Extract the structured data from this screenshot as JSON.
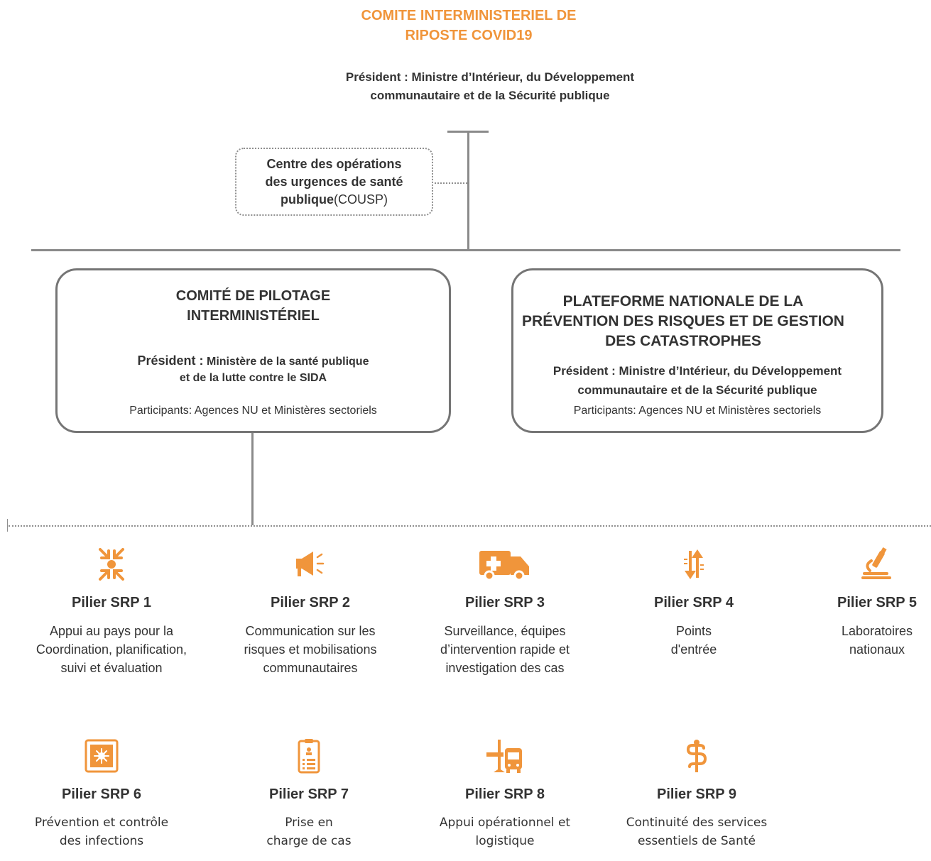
{
  "header": {
    "title_line1": "COMITE INTERMINISTERIEL DE",
    "title_line2": "RIPOSTE COVID19",
    "president_line1": "Président : Ministre d’Intérieur, du Développement",
    "president_line2": "communautaire et de la Sécurité publique"
  },
  "cousp": {
    "line1": "Centre des opérations",
    "line2": "des urgences de santé",
    "line3_bold": "publique",
    "line3_rest": "(COUSP)"
  },
  "left_box": {
    "title_line1": "COMITÉ DE PILOTAGE",
    "title_line2": "INTERMINISTÉRIEL",
    "president_label": "Président :",
    "president_line1": "Ministère de la santé publique",
    "president_line2": "et de la lutte contre le SIDA",
    "participants": "Participants: Agences NU et Ministères sectoriels"
  },
  "right_box": {
    "title_line1": "PLATEFORME NATIONALE DE LA",
    "title_line2": "PRÉVENTION DES RISQUES ET DE GESTION",
    "title_line3": "DES CATASTROPHES",
    "president_line1": "Président : Ministre d’Intérieur, du Développement",
    "president_line2": "communautaire et de la Sécurité publique",
    "participants": "Participants: Agences NU et Ministères sectoriels"
  },
  "colors": {
    "accent": "#f0953b",
    "line": "#8a8a8a",
    "text": "#333333"
  },
  "pillars": [
    {
      "title": "Pilier SRP 1",
      "lines": [
        "Appui au pays pour la",
        "Coordination, planification,",
        "suivi et évaluation"
      ],
      "icon": "arrows-inward-icon"
    },
    {
      "title": "Pilier SRP 2",
      "lines": [
        "Communication sur les",
        "risques et mobilisations",
        "communautaires"
      ],
      "icon": "megaphone-icon"
    },
    {
      "title": "Pilier SRP 3",
      "lines": [
        "Surveillance, équipes",
        "d’intervention rapide et",
        "investigation des cas"
      ],
      "icon": "ambulance-icon"
    },
    {
      "title": "Pilier SRP 4",
      "lines": [
        "Points",
        "d'entrée"
      ],
      "icon": "up-down-arrows-icon"
    },
    {
      "title": "Pilier SRP 5",
      "lines": [
        "Laboratoires",
        "nationaux"
      ],
      "icon": "microscope-icon"
    },
    {
      "title": "Pilier SRP 6",
      "lines": [
        "Prévention et contrôle",
        "des infections"
      ],
      "icon": "virus-box-icon"
    },
    {
      "title": "Pilier SRP 7",
      "lines": [
        "Prise en",
        "charge de cas"
      ],
      "icon": "clipboard-icon"
    },
    {
      "title": "Pilier SRP 8",
      "lines": [
        "Appui opérationnel et",
        "logistique"
      ],
      "icon": "plane-bus-icon"
    },
    {
      "title": "Pilier SRP 9",
      "lines": [
        "Continuité des services",
        "essentiels de Santé"
      ],
      "icon": "caduceus-icon"
    }
  ]
}
